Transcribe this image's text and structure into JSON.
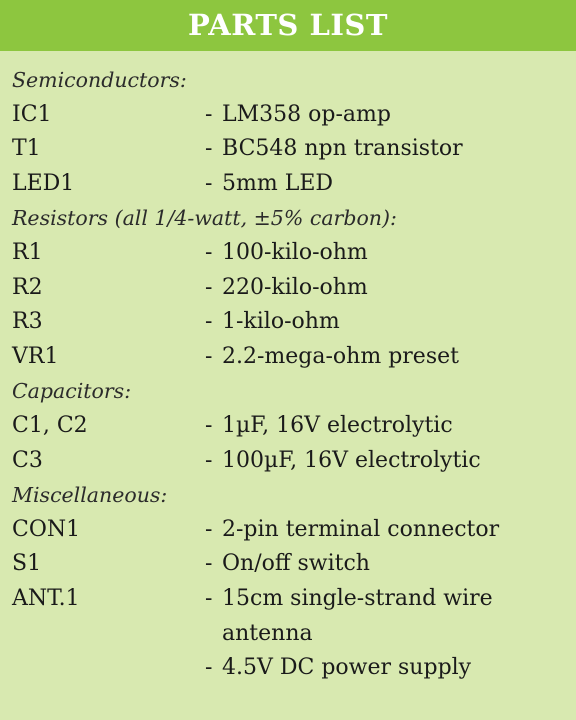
{
  "title": "PARTS LIST",
  "rows": [
    {
      "kind": "section",
      "text": "Semiconductors:"
    },
    {
      "kind": "item",
      "ref": "IC1",
      "dash": "-",
      "desc": "LM358 op-amp"
    },
    {
      "kind": "item",
      "ref": "T1",
      "dash": "-",
      "desc": "BC548 npn transistor"
    },
    {
      "kind": "item",
      "ref": "LED1",
      "dash": "-",
      "desc": "5mm LED"
    },
    {
      "kind": "section",
      "text": "Resistors (all 1/4-watt, ±5% carbon):"
    },
    {
      "kind": "item",
      "ref": "R1",
      "dash": "-",
      "desc": "100-kilo-ohm"
    },
    {
      "kind": "item",
      "ref": "R2",
      "dash": "-",
      "desc": "220-kilo-ohm"
    },
    {
      "kind": "item",
      "ref": "R3",
      "dash": "-",
      "desc": "1-kilo-ohm"
    },
    {
      "kind": "item",
      "ref": "VR1",
      "dash": "-",
      "desc": "2.2-mega-ohm preset"
    },
    {
      "kind": "section",
      "text": "Capacitors:"
    },
    {
      "kind": "item",
      "ref": "C1, C2",
      "dash": "-",
      "desc": "1µF, 16V electrolytic"
    },
    {
      "kind": "item",
      "ref": "C3",
      "dash": "-",
      "desc": "100µF, 16V electrolytic"
    },
    {
      "kind": "section",
      "text": "Miscellaneous:"
    },
    {
      "kind": "item",
      "ref": "CON1",
      "dash": "-",
      "desc": "2-pin terminal connector"
    },
    {
      "kind": "item",
      "ref": "S1",
      "dash": "-",
      "desc": "On/off switch"
    },
    {
      "kind": "item",
      "ref": "ANT.1",
      "dash": "-",
      "desc": "15cm single-strand wire"
    },
    {
      "kind": "item",
      "ref": "",
      "dash": "",
      "desc": "antenna"
    },
    {
      "kind": "item",
      "ref": "",
      "dash": "-",
      "desc": "4.5V DC power supply"
    }
  ],
  "colors": {
    "header_bg": "#8dc63f",
    "panel_bg": "#d8e9b0",
    "header_text": "#ffffff",
    "body_text": "#1a1a1a"
  }
}
